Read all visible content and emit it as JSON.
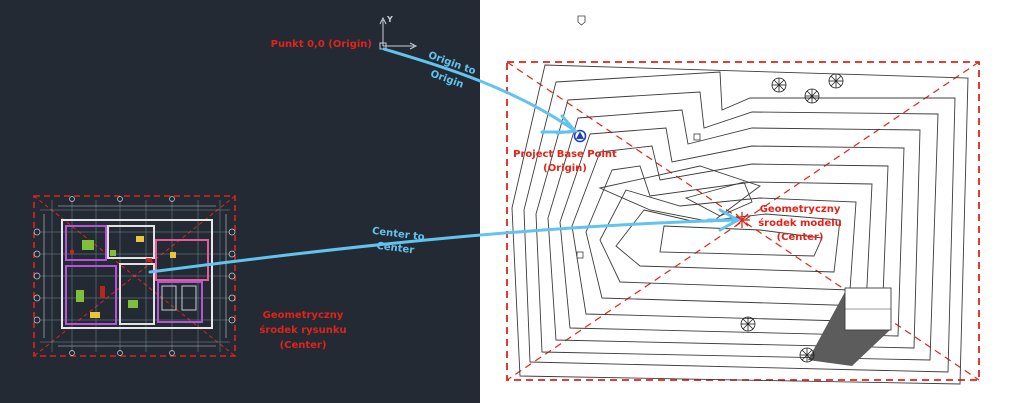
{
  "colors": {
    "cad_background": "#232a33",
    "paper_background": "#ffffff",
    "annotation_red": "#e2231a",
    "arrow_blue": "#62c3ef",
    "contour_line": "#3c3c3c",
    "base_point_blue": "#1f3fc4"
  },
  "left_panel": {
    "origin_label": "Punkt 0,0 (Origin)",
    "axis_y_letter": "Y",
    "center_label_line1": "Geometryczny",
    "center_label_line2": "środek rysunku",
    "center_label_line3": "(Center)"
  },
  "arrows": {
    "origin_arrow_line1": "Origin to",
    "origin_arrow_line2": "Origin",
    "center_arrow_line1": "Center to",
    "center_arrow_line2": "Center"
  },
  "right_panel": {
    "base_point_line1": "Project Base Point",
    "base_point_line2": "(Origin)",
    "center_label_line1": "Geometryczny",
    "center_label_line2": "środek modelu",
    "center_label_line3": "(Center)"
  },
  "icons": {
    "ucs": "ucs-axis-icon",
    "base_point": "project-base-point-icon",
    "tree": "tree-symbol-icon",
    "survey": "survey-point-icon"
  }
}
